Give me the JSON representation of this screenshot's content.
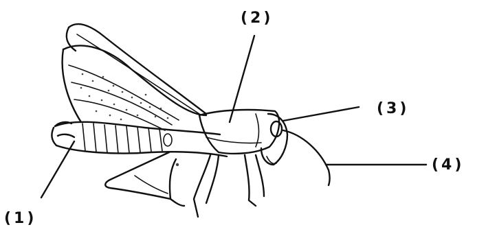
{
  "labels": {
    "one": "(1)",
    "two": "(2)",
    "three": "(3)",
    "four": "(4)"
  },
  "colors": {
    "ink": "#111111",
    "background": "#ffffff"
  }
}
